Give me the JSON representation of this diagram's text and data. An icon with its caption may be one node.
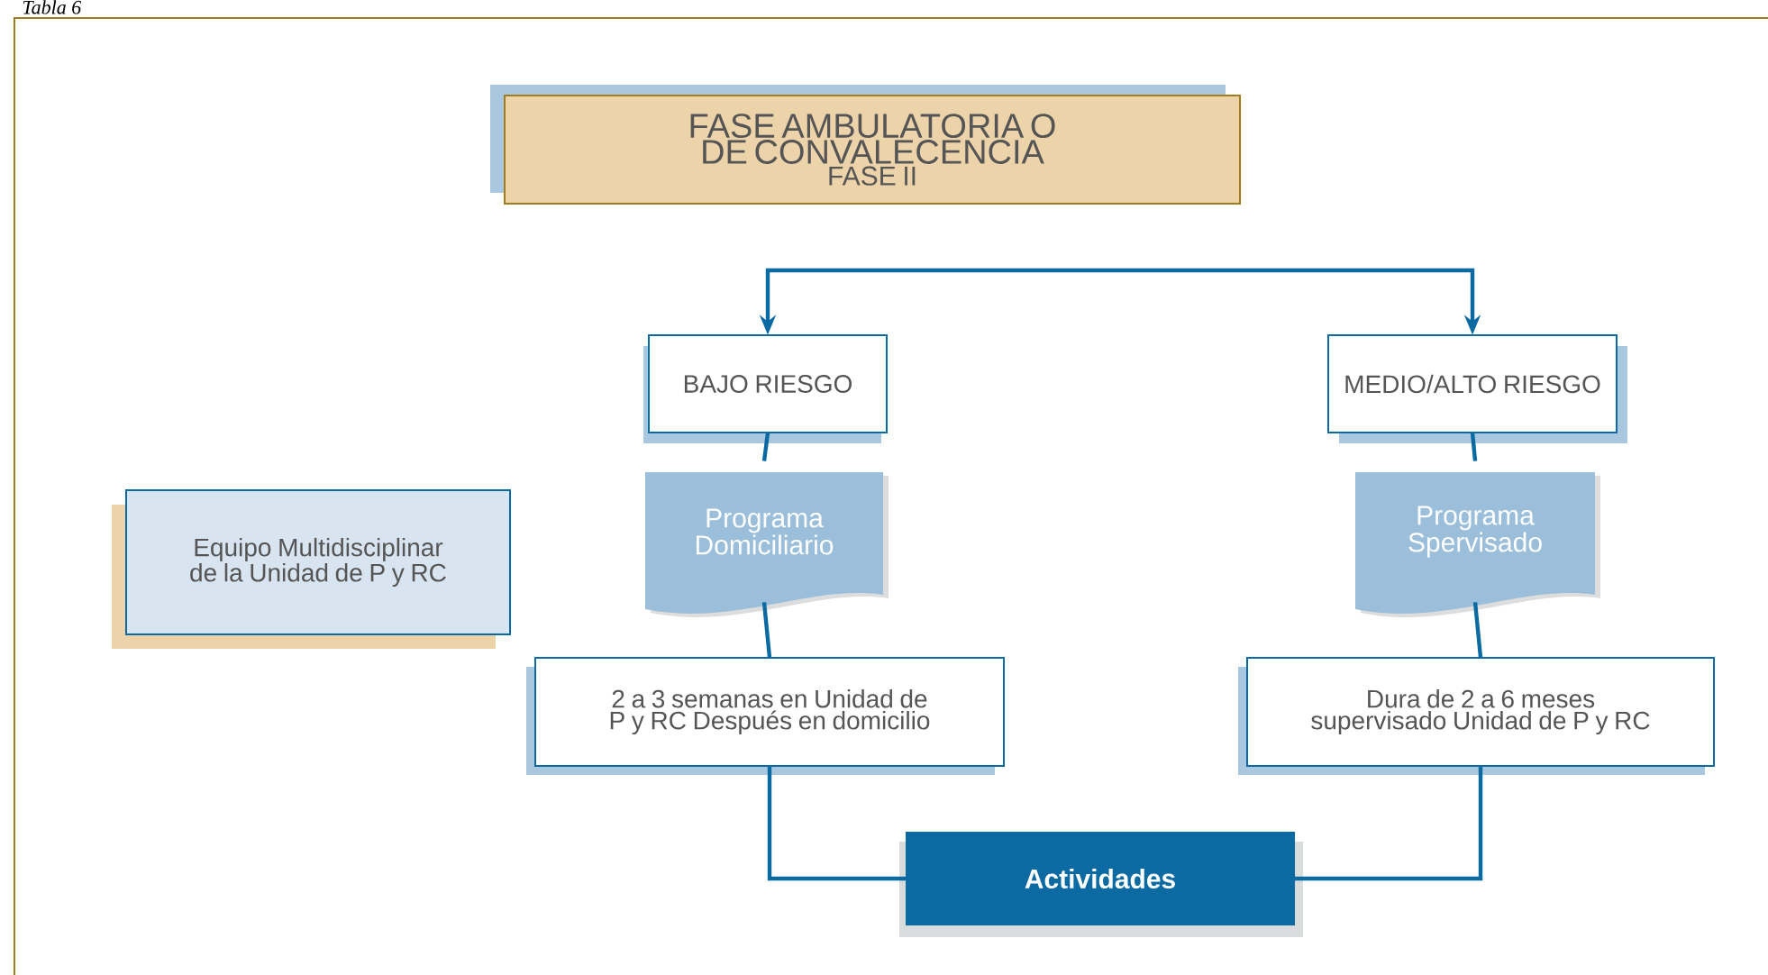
{
  "diagram": {
    "nodes": [
      {
        "text": [
          "FASE AMBULATORIA O DE CONVALECENCIA",
          "FASE II"
        ]
      },
      {
        "text": [
          "BAJO RIESGO"
        ]
      },
      {
        "text": [
          "MEDIO/ALTO RIESGO"
        ]
      },
      {
        "text": [
          "Equipo Multidisciplinar de la Unidad de P y RC"
        ]
      },
      {
        "text": [
          "Programa Domiciliario"
        ]
      },
      {
        "text": [
          "Programa Spervisado"
        ]
      },
      {
        "text": [
          "2 a 3 semanas en Unidad de P y RC Después en domicilio"
        ]
      },
      {
        "text": [
          "Dura de 2 a 6 meses supervisado Unidad de P y RC"
        ]
      },
      {
        "text": [
          "Actividades"
        ]
      }
    ],
    "edges": [
      {
        "from": null,
        "to": 1,
        "arrow": "to"
      },
      {
        "from": null,
        "to": 2,
        "arrow": "to"
      },
      {
        "from": 1,
        "to": 4,
        "arrow": "none"
      },
      {
        "from": 4,
        "to": 6,
        "arrow": "none"
      },
      {
        "from": 6,
        "to": 8,
        "arrow": "none"
      },
      {
        "from": 2,
        "to": 5,
        "arrow": "none"
      },
      {
        "from": 5,
        "to": 7,
        "arrow": "none"
      },
      {
        "from": 7,
        "to": 8,
        "arrow": "none"
      }
    ],
    "labels": [
      "Tabla 6"
    ]
  }
}
